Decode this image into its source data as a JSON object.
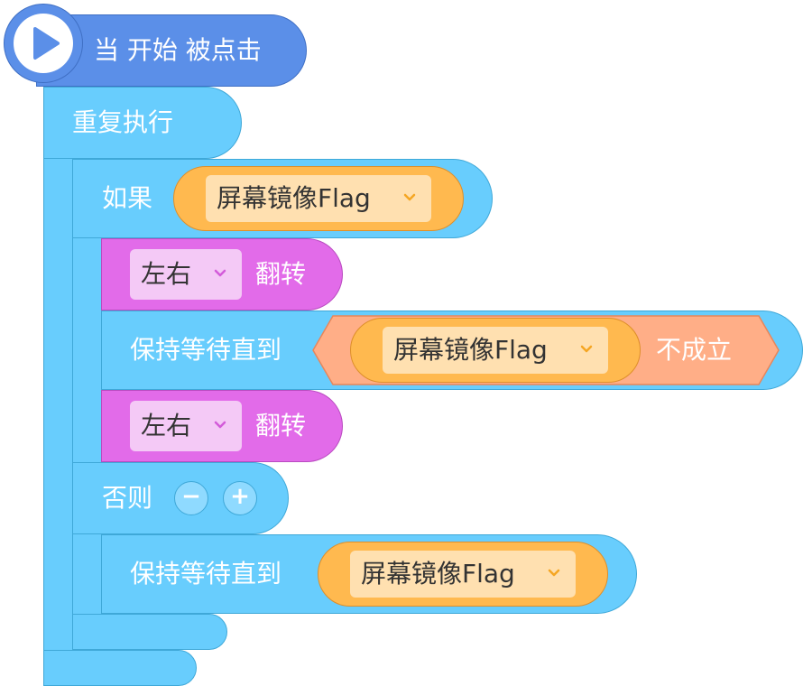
{
  "hat": {
    "label": "当 开始 被点击",
    "icon": "play-icon"
  },
  "forever": {
    "label": "重复执行"
  },
  "if_else": {
    "if_label": "如果",
    "condition": "屏幕镜像Flag",
    "else_label": "否则"
  },
  "flip_1": {
    "dropdown": "左右",
    "label": "翻转"
  },
  "wait_until_1": {
    "label": "保持等待直到",
    "condition": "屏幕镜像Flag",
    "not_label": "不成立"
  },
  "flip_2": {
    "dropdown": "左右",
    "label": "翻转"
  },
  "wait_until_2": {
    "label": "保持等待直到",
    "condition": "屏幕镜像Flag"
  },
  "else_buttons": {
    "minus": "−",
    "plus": "+"
  },
  "colors": {
    "hat": "#5b8fe8",
    "control": "#68cdfd",
    "looks": "#e26be9",
    "sensing": "#ffb94f",
    "operator": "#ffae87"
  }
}
